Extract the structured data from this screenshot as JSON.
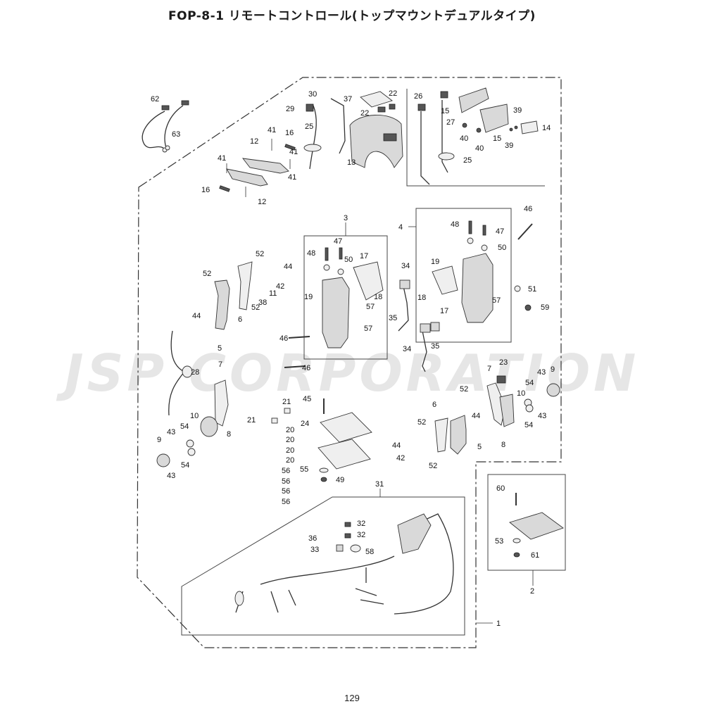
{
  "title": "FOP-8-1 リモートコントロール(トップマウントデュアルタイプ)",
  "watermark": "JSP CORPORATION",
  "page_number": "129",
  "callouts": [
    "62",
    "63",
    "41",
    "12",
    "16",
    "41",
    "41",
    "16",
    "41",
    "12",
    "30",
    "37",
    "22",
    "22",
    "29",
    "25",
    "13",
    "26",
    "15",
    "27",
    "40",
    "40",
    "15",
    "39",
    "39",
    "14",
    "25",
    "3",
    "4",
    "46",
    "48",
    "47",
    "50",
    "17",
    "48",
    "47",
    "50",
    "34",
    "19",
    "52",
    "44",
    "52",
    "42",
    "19",
    "18",
    "11",
    "38",
    "52",
    "44",
    "6",
    "57",
    "35",
    "57",
    "57",
    "18",
    "17",
    "51",
    "59",
    "5",
    "46",
    "46",
    "34",
    "35",
    "28",
    "7",
    "23",
    "7",
    "43",
    "9",
    "45",
    "21",
    "21",
    "52",
    "10",
    "54",
    "20",
    "24",
    "20",
    "20",
    "20",
    "6",
    "44",
    "52",
    "10",
    "54",
    "43",
    "43",
    "8",
    "56",
    "56",
    "56",
    "56",
    "54",
    "9",
    "44",
    "42",
    "5",
    "8",
    "43",
    "55",
    "54",
    "52",
    "49",
    "31",
    "60",
    "32",
    "32",
    "36",
    "33",
    "58",
    "53",
    "61",
    "2",
    "1"
  ]
}
